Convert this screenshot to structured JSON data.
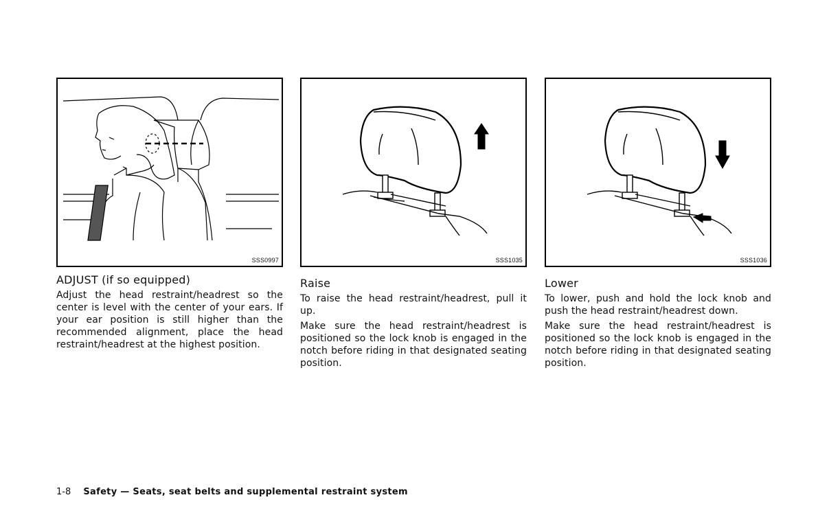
{
  "columns": [
    {
      "figure_code": "SSS0997",
      "figure_desc": "Person seated with headrest aligned to ear level (dashed line)",
      "heading": "ADJUST (if so equipped)",
      "paragraphs": [
        "Adjust the head restraint/headrest so the center is level with the center of your ears. If your ear position is still higher than the recommended alignment, place the head restraint/headrest at the highest position."
      ]
    },
    {
      "figure_code": "SSS1035",
      "figure_desc": "Headrest with upward arrow",
      "heading": "Raise",
      "paragraphs": [
        "To raise the head restraint/headrest, pull it up.",
        "Make sure the head restraint/headrest is positioned so the lock knob is engaged in the notch before riding in that designated seating position."
      ]
    },
    {
      "figure_code": "SSS1036",
      "figure_desc": "Headrest with downward arrow and lock knob arrow",
      "heading": "Lower",
      "paragraphs": [
        "To lower, push and hold the lock knob and push the head restraint/headrest down.",
        "Make sure the head restraint/headrest is positioned so the lock knob is engaged in the notch before riding in that designated seating position."
      ]
    }
  ],
  "footer": {
    "page_number": "1-8",
    "section_title": "Safety — Seats, seat belts and supplemental restraint system"
  }
}
